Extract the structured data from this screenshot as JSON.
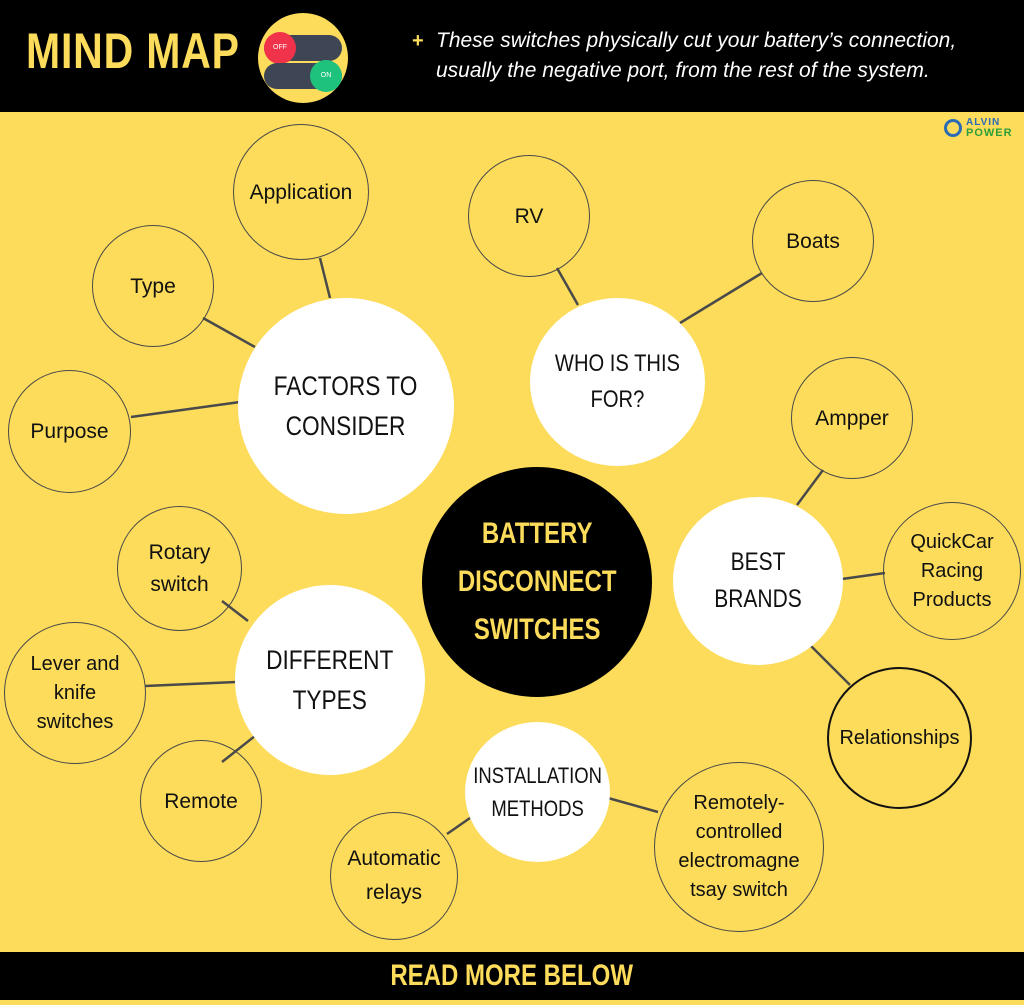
{
  "header": {
    "title": "MIND MAP",
    "toggle_off_label": "OFF",
    "toggle_on_label": "ON",
    "tagline_lines": [
      "These switches physically cut your battery’s connection,",
      "usually the negative port, from the rest of the system."
    ]
  },
  "logo": {
    "line1": "ALVIN",
    "line2": "POWER"
  },
  "center": {
    "label": "BATTERY\nDISCONNECT\nSWITCHES"
  },
  "hubs": {
    "factors": {
      "label": "FACTORS TO\nCONSIDER",
      "children": [
        "Application",
        "Type",
        "Purpose"
      ]
    },
    "who": {
      "label": "WHO IS THIS\nFOR?",
      "children": [
        "RV",
        "Boats"
      ]
    },
    "brands": {
      "label": "BEST BRANDS",
      "children": [
        "Ampper",
        "QuickCar\nRacing\nProducts",
        "Relationships"
      ]
    },
    "types": {
      "label": "DIFFERENT\nTYPES",
      "children": [
        "Rotary\nswitch",
        "Lever and\nknife\nswitches",
        "Remote"
      ]
    },
    "install": {
      "label": "INSTALLATION\nMETHODS",
      "children": [
        "Automatic\nrelays",
        "Remotely-\ncontrolled\nelectromagne\ntsay switch"
      ]
    }
  },
  "footer": {
    "label": "READ MORE BELOW"
  },
  "colors": {
    "background": "#fcdc5a",
    "bar": "#000000",
    "accent": "#fcdc5a",
    "toggle_off": "#f0334a",
    "toggle_on": "#1fc27d"
  }
}
